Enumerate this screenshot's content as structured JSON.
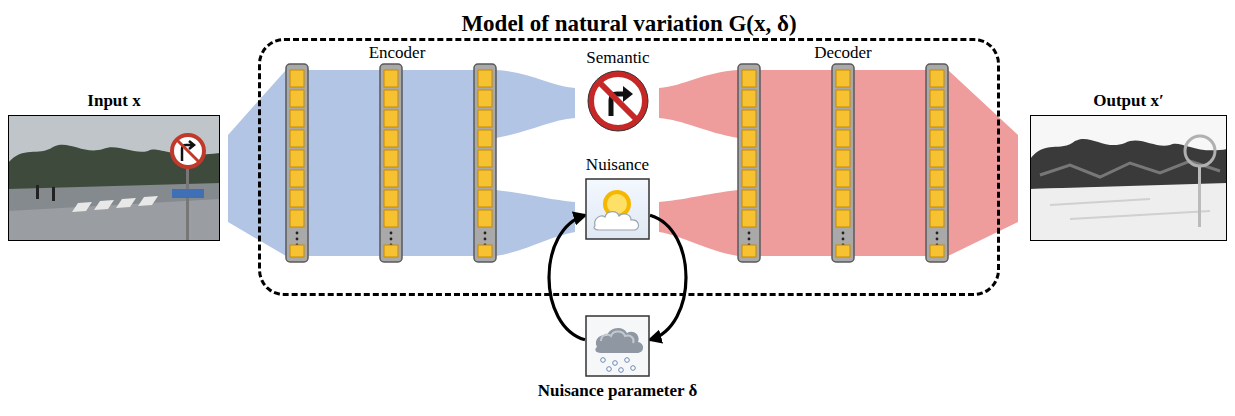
{
  "diagram": {
    "nodes": [
      {
        "text": [
          "Model of natural variation G(x, δ)"
        ]
      },
      {
        "text": [
          "Input x"
        ]
      },
      {
        "text": [
          "Output x′"
        ]
      },
      {
        "text": [
          "Semantic"
        ],
        "in": 0
      },
      {
        "text": [
          "Nuisance"
        ],
        "in": 0
      },
      {
        "text": [
          "Nuisance parameter δ"
        ]
      }
    ],
    "edges": [
      {
        "from": 4,
        "to": 5,
        "arrow": "to"
      },
      {
        "from": 5,
        "to": 4,
        "arrow": "to"
      }
    ],
    "labels": [
      "Encoder",
      "Decoder"
    ]
  }
}
